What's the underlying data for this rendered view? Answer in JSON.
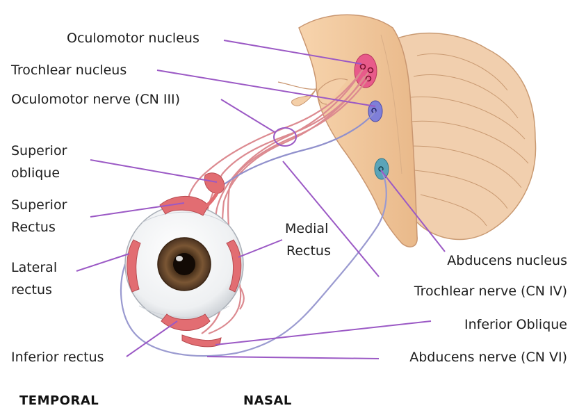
{
  "labels": {
    "oculomotor_nucleus": "Oculomotor nucleus",
    "trochlear_nucleus": "Trochlear nucleus",
    "oculomotor_nerve": "Oculomotor nerve (CN III)",
    "superior_oblique_1": "Superior",
    "superior_oblique_2": "oblique",
    "superior_rectus_1": "Superior",
    "superior_rectus_2": "Rectus",
    "medial_rectus_1": "Medial",
    "medial_rectus_2": "Rectus",
    "lateral_rectus_1": "Lateral",
    "lateral_rectus_2": "rectus",
    "abducens_nucleus": "Abducens nucleus",
    "trochlear_nerve": "Trochlear nerve (CN IV)",
    "inferior_oblique": "Inferior Oblique",
    "inferior_rectus": "Inferior rectus",
    "abducens_nerve": "Abducens nerve (CN VI)"
  },
  "orientation": {
    "temporal": "TEMPORAL",
    "nasal": "NASAL"
  },
  "colors": {
    "leader": "#9b59c5",
    "brainstem": "#f2c9a0",
    "brainstem_edge": "#d9a97a",
    "cerebellum": "#f0cda8",
    "nerve_red": "#d98b8f",
    "nerve_blue": "#8f8fc8",
    "nucleus_pink": "#e8608a",
    "nucleus_blue": "#7a7ad0",
    "nucleus_teal": "#5aa0b0",
    "muscle": "#e07075",
    "iris": "#6b4a2c"
  }
}
